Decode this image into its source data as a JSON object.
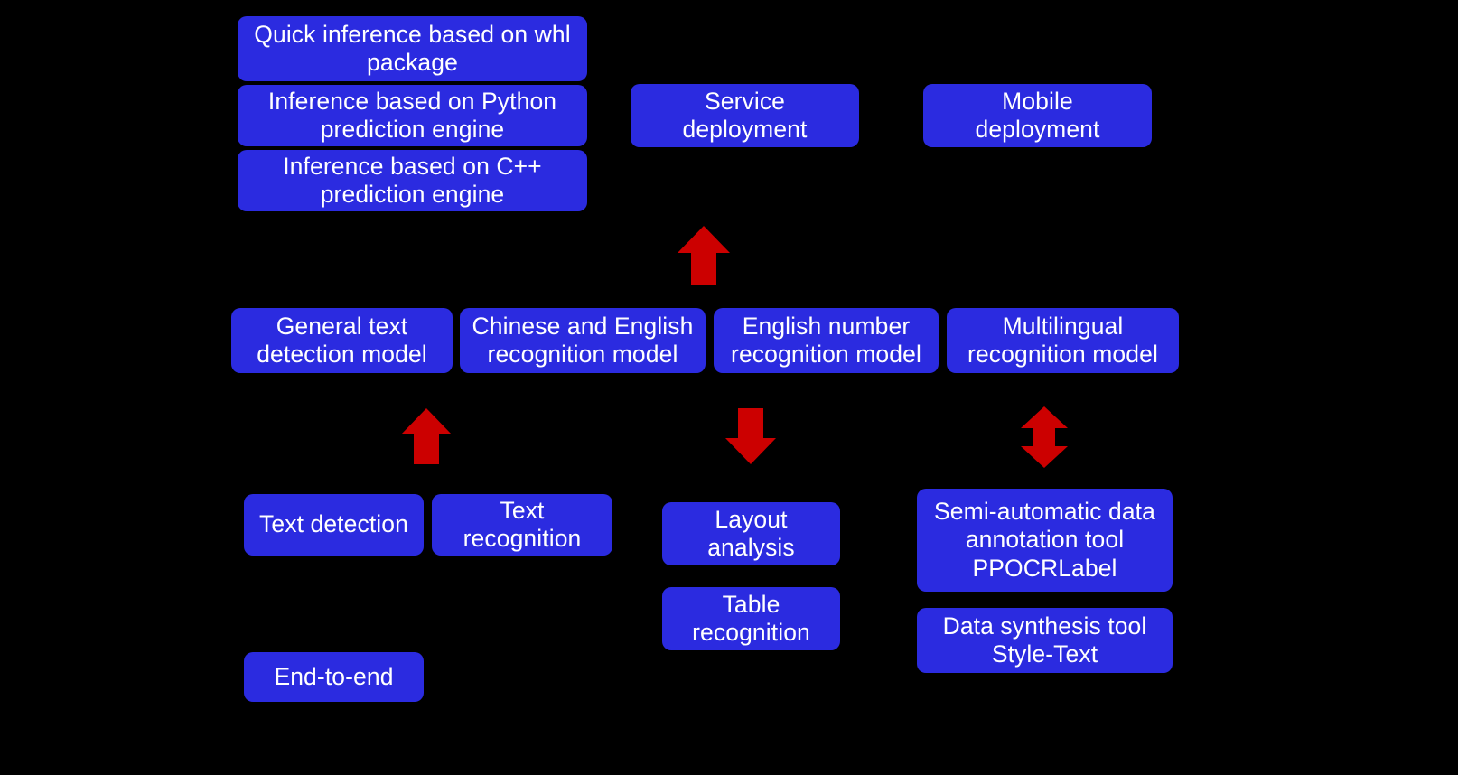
{
  "theme": {
    "background": "#000000",
    "box_fill": "#2B2BE0",
    "box_text": "#FFFFFF",
    "arrow_fill": "#CC0000"
  },
  "deployment_stack": {
    "items": [
      {
        "label": "Quick inference based on whl\npackage"
      },
      {
        "label": "Inference based on Python\nprediction engine"
      },
      {
        "label": "Inference based on C++\nprediction engine"
      }
    ]
  },
  "deployment_targets": {
    "items": [
      {
        "label": "Service\ndeployment"
      },
      {
        "label": "Mobile\ndeployment"
      }
    ]
  },
  "models_row": {
    "items": [
      {
        "label": "General text\ndetection model"
      },
      {
        "label": "Chinese and English\nrecognition model"
      },
      {
        "label": "English number\nrecognition model"
      },
      {
        "label": "Multilingual\nrecognition model"
      }
    ]
  },
  "capabilities": {
    "items": [
      {
        "label": "Text detection"
      },
      {
        "label": "Text\nrecognition"
      },
      {
        "label": "End-to-end"
      }
    ]
  },
  "document_analysis": {
    "items": [
      {
        "label": "Layout\nanalysis"
      },
      {
        "label": "Table\nrecognition"
      }
    ]
  },
  "data_tools": {
    "items": [
      {
        "label": "Semi-automatic data\nannotation tool\nPPOCRLabel"
      },
      {
        "label": "Data synthesis tool\nStyle-Text"
      }
    ]
  },
  "arrows": [
    {
      "name": "arrow-models-to-deployment",
      "direction": "up"
    },
    {
      "name": "arrow-capabilities-to-models",
      "direction": "up"
    },
    {
      "name": "arrow-models-to-document-analysis",
      "direction": "down"
    },
    {
      "name": "arrow-models-to-data-tools",
      "direction": "up-down"
    }
  ]
}
